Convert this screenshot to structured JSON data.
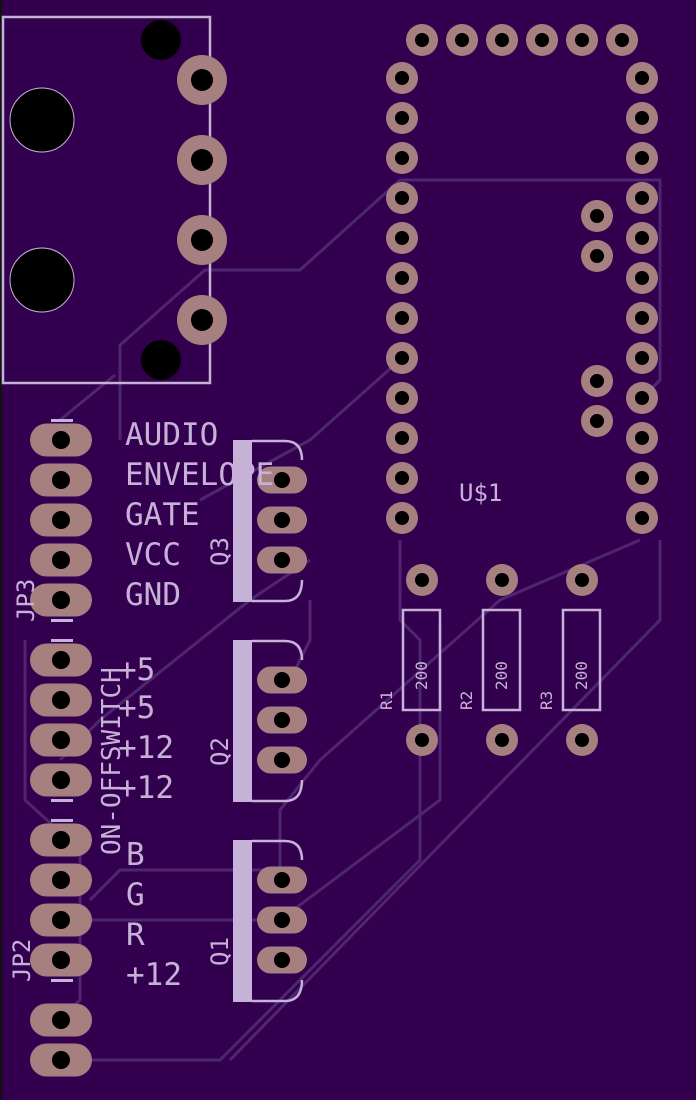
{
  "board": {
    "background": "#33004f",
    "pad_color": "#a6807f",
    "silk_color": "#c6b2d6",
    "trace_color": "#4d2670"
  },
  "jp3": {
    "ref": "JP3",
    "pins": [
      "AUDIO",
      "ENVELOPE",
      "GATE",
      "VCC",
      "GND"
    ]
  },
  "switch": {
    "ref": "ON-OFFSWITCH",
    "pins": [
      "+5",
      "+5",
      "+12",
      "+12"
    ]
  },
  "jp2": {
    "ref": "JP2",
    "pins": [
      "B",
      "G",
      "R",
      "+12"
    ]
  },
  "transistors": [
    "Q3",
    "Q2",
    "Q1"
  ],
  "ic": {
    "ref": "U$1"
  },
  "resistors": [
    {
      "ref": "R1",
      "value": "200"
    },
    {
      "ref": "R2",
      "value": "200"
    },
    {
      "ref": "R3",
      "value": "200"
    }
  ]
}
